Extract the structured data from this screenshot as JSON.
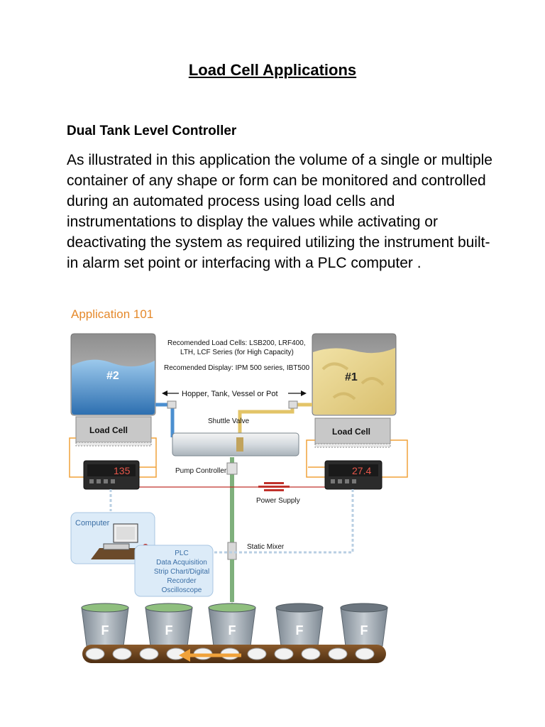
{
  "document": {
    "title": "Load Cell Applications",
    "section_heading": "Dual Tank Level Controller",
    "paragraph": "As illustrated in this application the volume of a single or multiple container of any shape or form can be monitored and controlled during an automated process using load cells and instrumentations to display the values while activating or deactivating the system as required utilizing the instrument built-in alarm set point or interfacing with a PLC computer ."
  },
  "diagram": {
    "title": "Application 101",
    "recommend_cells_line1": "Recomended Load Cells:  LSB200, LRF400,",
    "recommend_cells_line2": "LTH, LCF Series (for High Capacity)",
    "recommend_display": "Recomended Display: IPM 500 series, IBT500",
    "tank_left_label": "#2",
    "tank_right_label": "#1",
    "hopper_label": "Hopper, Tank, Vessel or Pot",
    "load_cell_left": "Load Cell",
    "load_cell_right": "Load Cell",
    "shuttle_valve": "Shuttle Valve",
    "pump_controller": "Pump Controller",
    "display_left_value": "135",
    "display_right_value": "27.4",
    "power_supply": "Power Supply",
    "computer": "Computer",
    "static_mixer": "Static Mixer",
    "plc_lines": [
      "PLC",
      "Data Acquisition",
      "Strip Chart/Digital",
      "Recorder",
      "Oscilloscope"
    ],
    "bucket_logo": "F",
    "colors": {
      "title_orange": "#e5892b",
      "water_blue": "#3f86c7",
      "liquid_yellow": "#e7d28a",
      "pipe_green": "#7fb07c",
      "signal_orange": "#f0a23a",
      "power_red": "#c0312b",
      "computer_box": "#dcebf8"
    }
  }
}
